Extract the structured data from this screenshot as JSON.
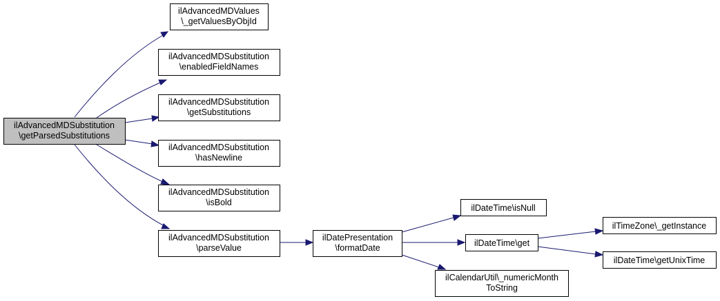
{
  "colors": {
    "edge": "#191970",
    "root_fill": "#bfbfbf",
    "node_fill": "#ffffff",
    "border": "#000000"
  },
  "nodes": {
    "root": {
      "line1": "ilAdvancedMDSubstitution",
      "line2": "\\getParsedSubstitutions"
    },
    "get_values_by_obj_id": {
      "line1": "ilAdvancedMDValues",
      "line2": "\\_getValuesByObjId"
    },
    "enabled_field_names": {
      "line1": "ilAdvancedMDSubstitution",
      "line2": "\\enabledFieldNames"
    },
    "get_substitutions": {
      "line1": "ilAdvancedMDSubstitution",
      "line2": "\\getSubstitutions"
    },
    "has_newline": {
      "line1": "ilAdvancedMDSubstitution",
      "line2": "\\hasNewline"
    },
    "is_bold": {
      "line1": "ilAdvancedMDSubstitution",
      "line2": "\\isBold"
    },
    "parse_value": {
      "line1": "ilAdvancedMDSubstitution",
      "line2": "\\parseValue"
    },
    "format_date": {
      "line1": "ilDatePresentation",
      "line2": "\\formatDate"
    },
    "is_null": {
      "line1": "ilDateTime\\isNull"
    },
    "datetime_get": {
      "line1": "ilDateTime\\get"
    },
    "numeric_month": {
      "line1": "ilCalendarUtil\\_numericMonth",
      "line2": "ToString"
    },
    "get_instance": {
      "line1": "ilTimeZone\\_getInstance"
    },
    "get_unix_time": {
      "line1": "ilDateTime\\getUnixTime"
    }
  }
}
